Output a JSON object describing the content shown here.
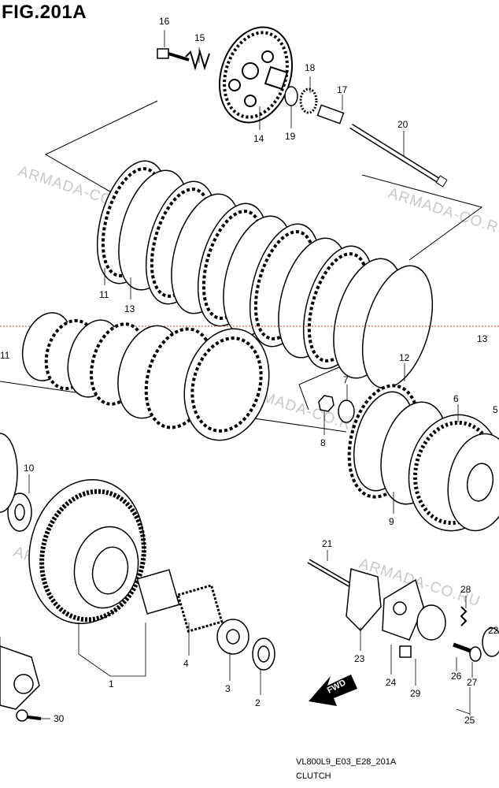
{
  "figure": {
    "title": "FIG.201A",
    "code": "VL800L9_E03_E28_201A",
    "name": "CLUTCH"
  },
  "watermark": "ARMADA-CO.RU",
  "fwd_label": "FWD",
  "part_labels": [
    "16",
    "15",
    "18",
    "17",
    "14",
    "19",
    "20",
    "11",
    "13",
    "11",
    "13",
    "12",
    "7",
    "8",
    "6",
    "5",
    "9",
    "10",
    "21",
    "28",
    "22",
    "23",
    "24",
    "29",
    "26",
    "27",
    "25",
    "1",
    "4",
    "3",
    "2",
    "30"
  ],
  "colors": {
    "line": "#000000",
    "watermark": "#c8c8c8"
  }
}
